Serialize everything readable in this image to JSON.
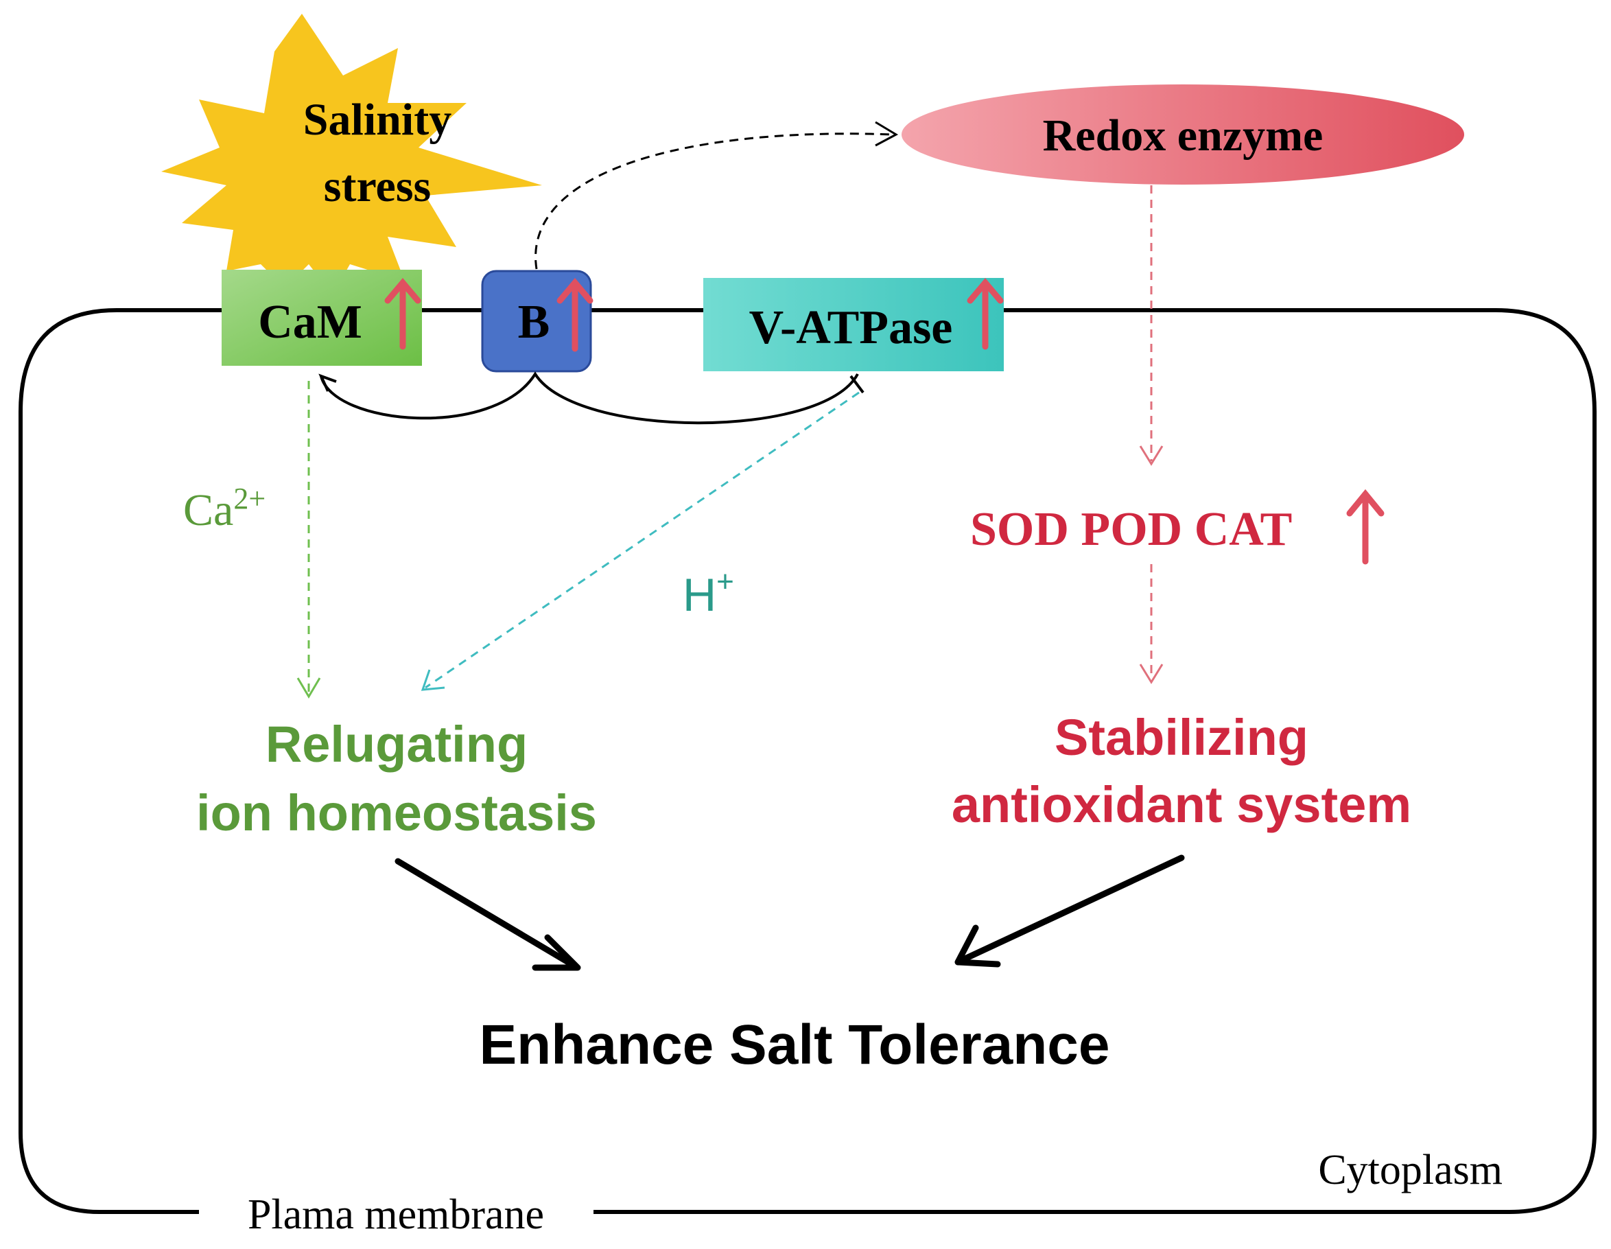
{
  "labels": {
    "salinity_line1": "Salinity",
    "salinity_line2": "stress",
    "redox_enzyme": "Redox enzyme",
    "cam": "CaM",
    "b": "B",
    "v_atpase": "V-ATPase",
    "ca_base": "Ca",
    "ca_charge": "2+",
    "h_base": "H",
    "h_charge": "+",
    "sod_pod_cat": "SOD POD CAT",
    "regulating_line1": "Relugating",
    "regulating_line2": "ion homeostasis",
    "stabilizing_line1": "Stabilizing",
    "stabilizing_line2": "antioxidant system",
    "result": "Enhance Salt Tolerance",
    "cytoplasm": "Cytoplasm",
    "membrane": "Plama membrane"
  },
  "colors": {
    "up_arrow": "#e05060",
    "green_text": "#5a9a3a",
    "red_text": "#d02840",
    "teal_text": "#2a9a8a",
    "star_fill": "#f7c51e",
    "cam_fill": "#8fce6a",
    "b_fill": "#4a72c8",
    "vatpase_fill": "#5fd2c8",
    "redox_fill": "#ec7a86",
    "green_dash": "#6fbf4f",
    "teal_dash": "#3fbcc0",
    "red_dash": "#e0707c",
    "black": "#000000"
  }
}
